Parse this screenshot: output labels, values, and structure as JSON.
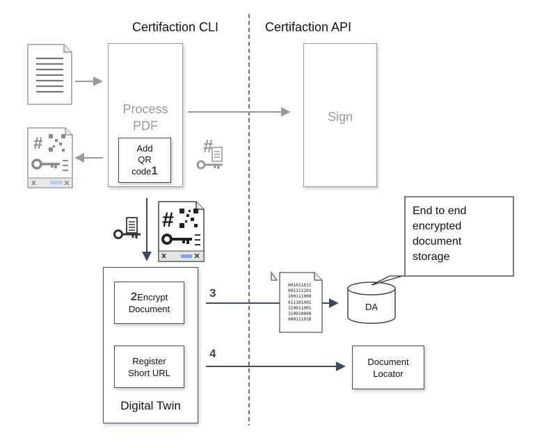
{
  "columns": {
    "cli_title": "Certifaction CLI",
    "api_title": "Certifaction API"
  },
  "process_pdf": {
    "label_line1": "Process",
    "label_line2": "PDF"
  },
  "add_qr": {
    "line1": "Add",
    "line2": "QR",
    "line3": "code",
    "step": "1"
  },
  "sign": {
    "label": "Sign"
  },
  "digital_twin": {
    "title": "Digital Twin",
    "encrypt": {
      "step": "2",
      "line1": "Encrypt",
      "line2": "Document"
    },
    "register": {
      "line1": "Register",
      "line2": "Short URL"
    }
  },
  "steps": {
    "three": "3",
    "four": "4"
  },
  "storage": {
    "label": "DA"
  },
  "callout": {
    "line1": "End to end",
    "line2": "encrypted",
    "line3": "document",
    "line4": "storage"
  },
  "locator": {
    "line1": "Document",
    "line2": "Locator"
  },
  "binary": [
    "001011011",
    "001111201",
    "100111000",
    "011101001",
    "110011001",
    "110010000",
    "000111010"
  ],
  "hash_symbol": "#",
  "colors": {
    "grey": "#9a9a9a",
    "dark": "#3c4a5c",
    "accent": "#7da7e8"
  }
}
